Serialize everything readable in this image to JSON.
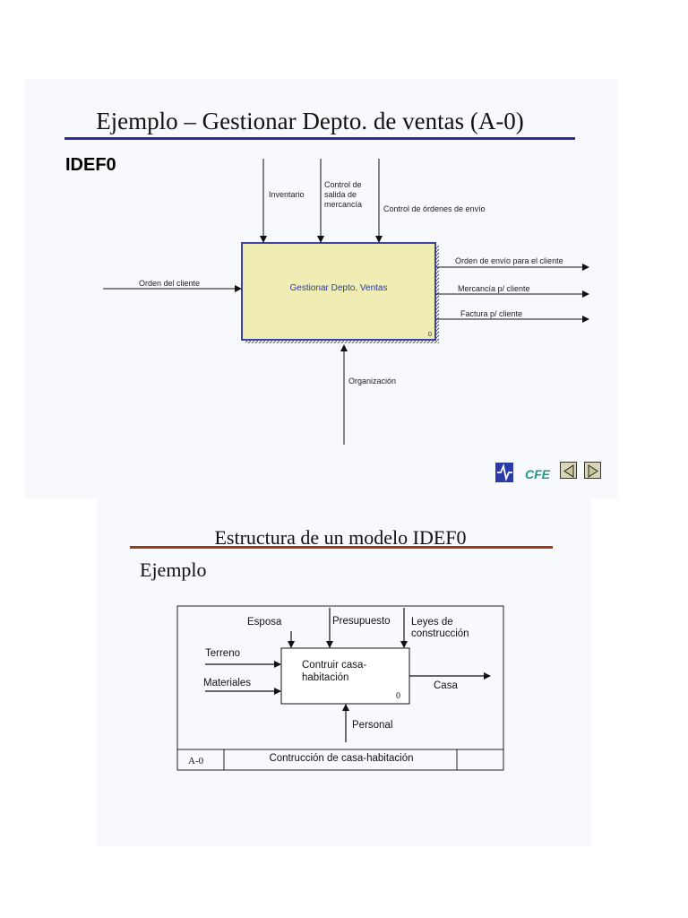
{
  "slide1": {
    "title": "Ejemplo – Gestionar Depto. de ventas (A-0)",
    "subtitle": "IDEF0",
    "box_label": "Gestionar Depto. Ventas",
    "box_number": "0",
    "controls": [
      "Inventario",
      [
        "Control de",
        "salida de",
        "mercancía"
      ],
      "Control de órdenes de envío"
    ],
    "input": "Orden del cliente",
    "outputs": [
      "Orden de envío para el cliente",
      "Mercancía p/ cliente",
      "Factura p/ cliente"
    ],
    "mechanism": "Organización",
    "logo_text": "CFE",
    "colors": {
      "box_fill": "#efedb4",
      "box_border": "#3a44a8",
      "title_rule": "#2d2f9c",
      "logo": "#1a9a8a",
      "logo_mark": "#2a3aa8"
    }
  },
  "slide2": {
    "title": "Estructura de un modelo IDEF0",
    "subtitle": "Ejemplo",
    "box_label": [
      "Contruir casa-",
      "habitación"
    ],
    "box_number": "0",
    "controls": [
      "Esposa",
      "Presupuesto",
      [
        "Leyes de",
        "construcción"
      ]
    ],
    "inputs": [
      "Terreno",
      "Materiales"
    ],
    "output": "Casa",
    "mechanism": "Personal",
    "footer_node": "A-0",
    "footer_title": "Contrucción de casa-habitación",
    "colors": {
      "title_rule": "#9b3a1c"
    }
  }
}
